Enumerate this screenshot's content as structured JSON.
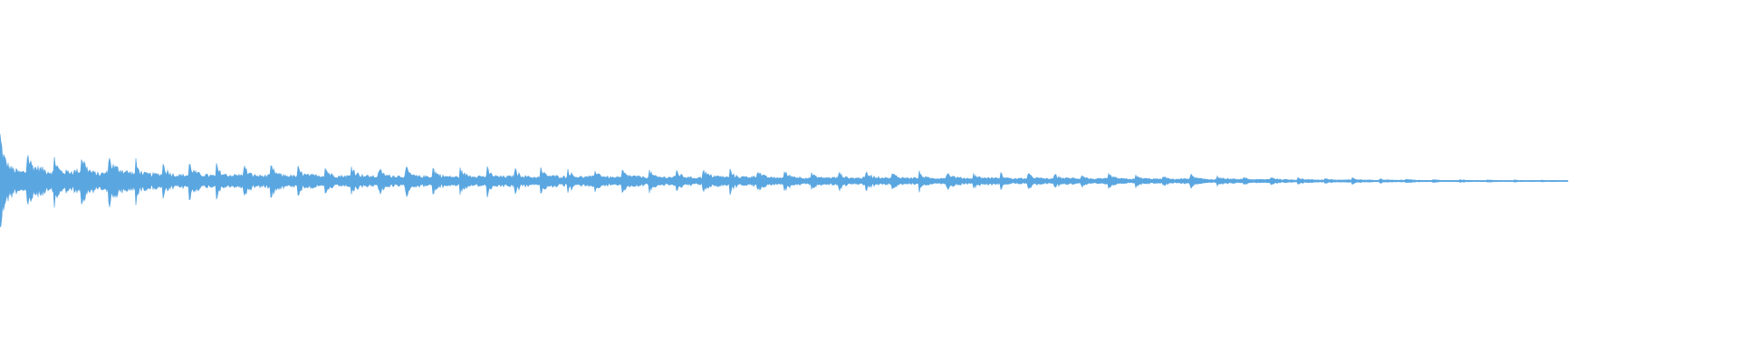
{
  "waveform": {
    "color": "#5aa6e0",
    "background": "#ffffff",
    "duration_fraction_shown": 0.944,
    "envelope": [
      0.5,
      0.28,
      0.38,
      0.24,
      0.34,
      0.22,
      0.36,
      0.2,
      0.22,
      0.18,
      0.2,
      0.16,
      0.19,
      0.16,
      0.18,
      0.15,
      0.18,
      0.15,
      0.17,
      0.14,
      0.16,
      0.14,
      0.15,
      0.13,
      0.16,
      0.13,
      0.15,
      0.12,
      0.15,
      0.12,
      0.14,
      0.11,
      0.14,
      0.11,
      0.13,
      0.1,
      0.15,
      0.11,
      0.14,
      0.1,
      0.12,
      0.09,
      0.11,
      0.09,
      0.12,
      0.09,
      0.1,
      0.08,
      0.11,
      0.08,
      0.1,
      0.07,
      0.09,
      0.07,
      0.09,
      0.06,
      0.08,
      0.06,
      0.07,
      0.05,
      0.08,
      0.05,
      0.06,
      0.04,
      0.05,
      0.04,
      0.04,
      0.03,
      0.035,
      0.03,
      0.03,
      0.025,
      0.022,
      0.02,
      0.018,
      0.016,
      0.014,
      0.012,
      0.01,
      0.008
    ],
    "beat_count": 58
  }
}
